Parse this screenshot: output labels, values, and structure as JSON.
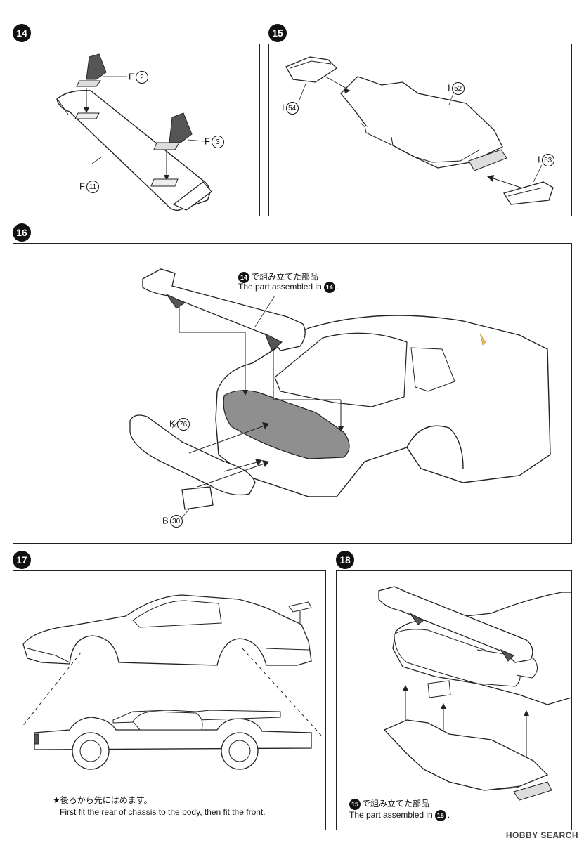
{
  "steps": {
    "s14": {
      "num": "14",
      "parts": [
        {
          "letter": "F",
          "num": "2"
        },
        {
          "letter": "F",
          "num": "3"
        },
        {
          "letter": "F",
          "num": "11"
        }
      ]
    },
    "s15": {
      "num": "15",
      "parts": [
        {
          "letter": "I",
          "num": "52"
        },
        {
          "letter": "I",
          "num": "54"
        },
        {
          "letter": "I",
          "num": "53"
        }
      ]
    },
    "s16": {
      "num": "16",
      "callout_jp": "で組み立てた部品",
      "callout_en": "The part assembled in",
      "callout_ref": "14",
      "parts": [
        {
          "letter": "K",
          "num": "76"
        },
        {
          "letter": "B",
          "num": "30"
        }
      ]
    },
    "s17": {
      "num": "17",
      "note_jp": "★後ろから先にはめます。",
      "note_en": "First fit the rear of chassis to the body, then fit the front."
    },
    "s18": {
      "num": "18",
      "callout_jp": "で組み立てた部品",
      "callout_en": "The part assembled in",
      "callout_ref": "15"
    }
  },
  "watermark": "HOBBY SEARCH",
  "colors": {
    "shade": "#8f8f8f",
    "line": "#222222"
  }
}
